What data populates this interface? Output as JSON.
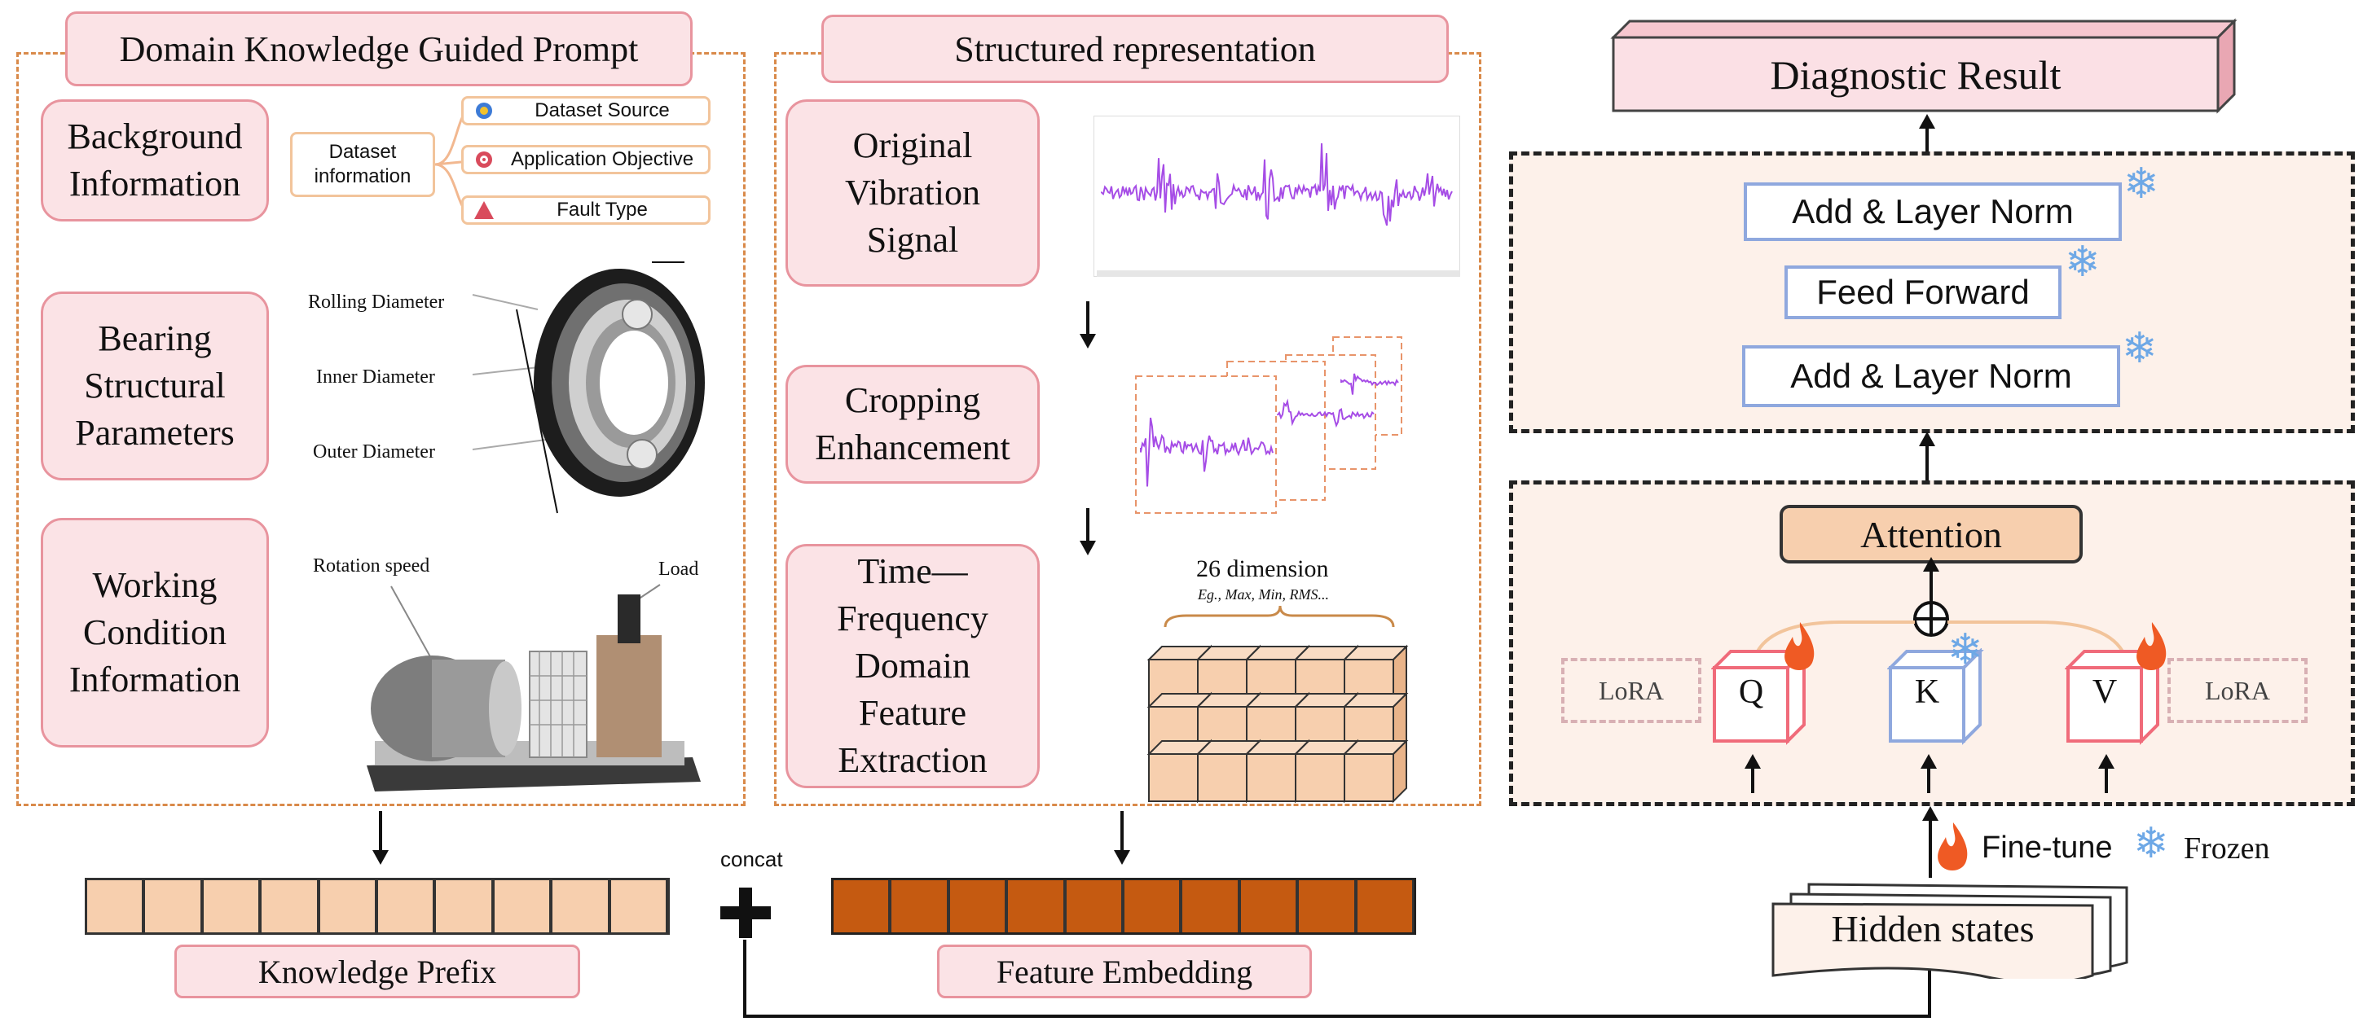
{
  "left_panel": {
    "title": "Domain Knowledge Guided Prompt",
    "background": "Background\nInformation",
    "dataset_info": "Dataset\ninformation",
    "dataset_items": [
      "Dataset Source",
      "Application Objective",
      "Fault Type"
    ],
    "bearing": "Bearing\nStructural\nParameters",
    "bearing_labels": [
      "Rolling Diameter",
      "Inner Diameter",
      "Outer Diameter"
    ],
    "working": "Working\nCondition\nInformation",
    "working_labels": [
      "Rotation speed",
      "Load"
    ]
  },
  "middle_panel": {
    "title": "Structured representation",
    "original": "Original\nVibration\nSignal",
    "cropping": "Cropping\nEnhancement",
    "tf": "Time—\nFrequency\nDomain\nFeature\nExtraction",
    "dimension": "26 dimension",
    "dimension_eg": "Eg., Max, Min, RMS..."
  },
  "bottom": {
    "knowledge_prefix": "Knowledge Prefix",
    "feature_embedding": "Feature Embedding",
    "concat": "concat",
    "prefix_cells": 10,
    "embedding_cells": 10
  },
  "right_panel": {
    "diagnostic": "Diagnostic Result",
    "add_norm_top": "Add & Layer Norm",
    "feed_forward": "Feed Forward",
    "add_norm_bottom": "Add & Layer Norm",
    "attention": "Attention",
    "q": "Q",
    "k": "K",
    "v": "V",
    "lora_left": "LoRA",
    "lora_right": "LoRA",
    "fine_tune": "Fine-tune",
    "frozen": "Frozen",
    "hidden_states": "Hidden states"
  },
  "colors": {
    "pink_fill": "#fbe3e6",
    "pink_border": "#e8949e",
    "prefix_fill": "#f7cfae",
    "embedding_fill": "#c55a11",
    "blue_border": "#8fa8de",
    "signal": "#a64de6"
  }
}
